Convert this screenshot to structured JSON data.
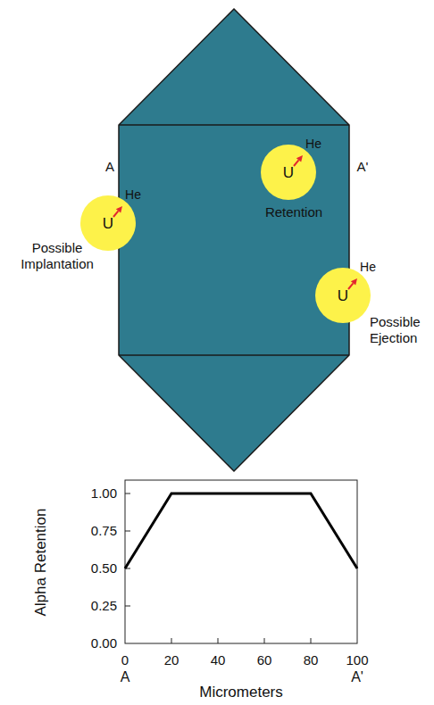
{
  "diagram": {
    "nodes": [
      {
        "text": [
          "U",
          "He"
        ]
      },
      {
        "text": [
          "U",
          "He"
        ]
      },
      {
        "text": [
          "U",
          "He"
        ]
      }
    ],
    "labels": [
      "A",
      "A'",
      "Retention",
      "Possible Implantation",
      "Possible Ejection",
      "1.00",
      "0.75",
      "0.50",
      "0.25",
      "0.00",
      "0",
      "20",
      "40",
      "60",
      "80",
      "100",
      "A",
      "A'",
      "Alpha Retention",
      "Micrometers"
    ]
  }
}
